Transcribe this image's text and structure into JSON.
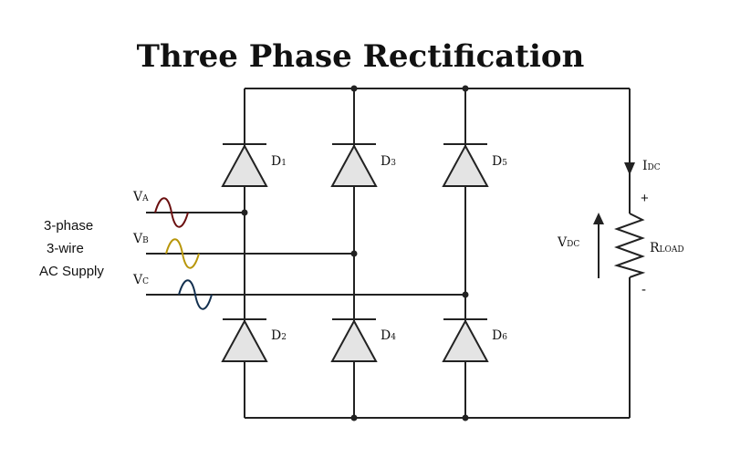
{
  "title": "Three Phase Rectification",
  "supply": {
    "line1": "3-phase",
    "line2": "3-wire",
    "line3": "AC Supply"
  },
  "phases": [
    {
      "main": "V",
      "sub": "A",
      "color": "#6b1010"
    },
    {
      "main": "V",
      "sub": "B",
      "color": "#b8960a"
    },
    {
      "main": "V",
      "sub": "C",
      "color": "#13304f"
    }
  ],
  "diodes": [
    {
      "main": "D",
      "sub": "1"
    },
    {
      "main": "D",
      "sub": "3"
    },
    {
      "main": "D",
      "sub": "5"
    },
    {
      "main": "D",
      "sub": "2"
    },
    {
      "main": "D",
      "sub": "4"
    },
    {
      "main": "D",
      "sub": "6"
    }
  ],
  "load": {
    "current_main": "I",
    "current_sub": "DC",
    "voltage_main": "V",
    "voltage_sub": "DC",
    "resistor_main": "R",
    "resistor_sub": "LOAD",
    "plus": "+",
    "minus": "-"
  },
  "colors": {
    "wire": "#222222",
    "diode_fill": "#e4e4e4"
  }
}
